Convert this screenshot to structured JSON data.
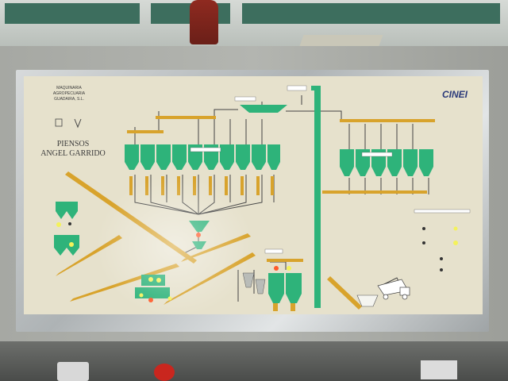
{
  "panel": {
    "company": "MAQUINARIA\nAGROPECUARIA\nGUADAIRA, S.L.",
    "brand": "PIENSOS\nANGEL GARRIDO",
    "manufacturer": "CINEI"
  },
  "colors": {
    "silo_green": "#2eb37a",
    "conveyor_yellow": "#d8a32c",
    "line": "#444444",
    "lamp_yellow": "#f4f25a",
    "lamp_red": "#ff5a2a"
  }
}
